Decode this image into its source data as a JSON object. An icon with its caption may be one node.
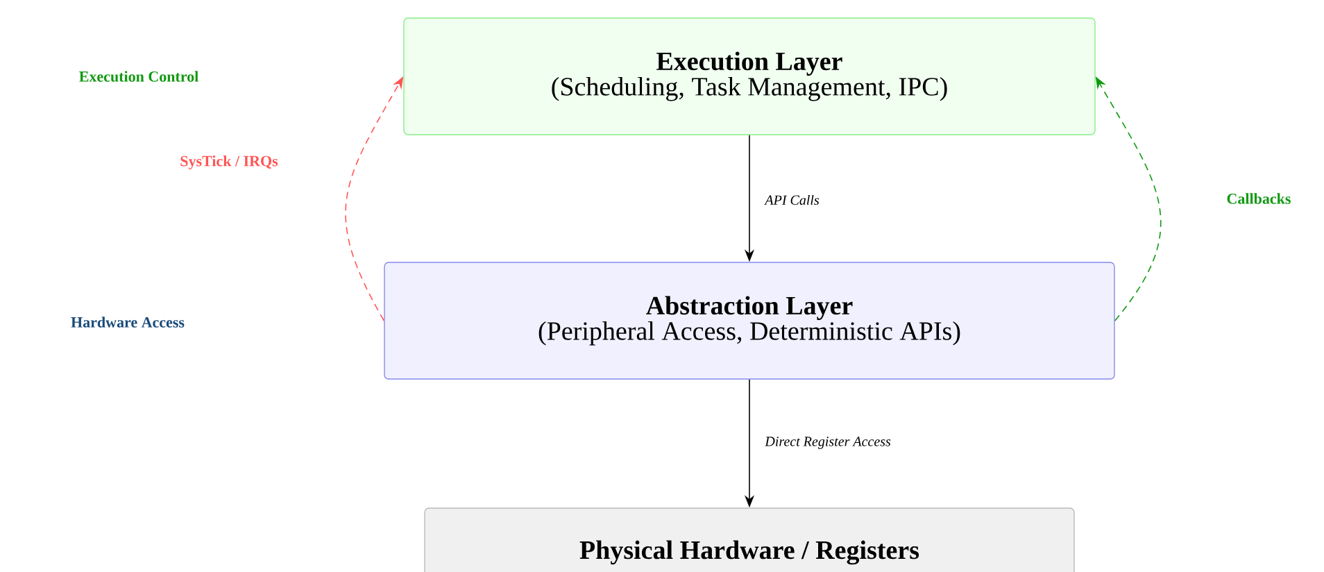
{
  "diagram": {
    "nodes": [
      {
        "text": [
          "Execution Layer",
          "(Scheduling, Task Management, IPC)"
        ]
      },
      {
        "text": [
          "Abstraction Layer",
          "(Peripheral Access, Deterministic APIs)"
        ]
      },
      {
        "text": [
          "Physical Hardware / Registers"
        ]
      }
    ],
    "edges": [
      {
        "from": 0,
        "to": 1,
        "arrow": "to",
        "label": "API Calls"
      },
      {
        "from": 1,
        "to": 2,
        "arrow": "to",
        "label": "Direct Register Access"
      },
      {
        "from": 1,
        "to": 0,
        "arrow": "to",
        "label": "SysTick / IRQs",
        "style": "dashed",
        "color": "#ff5555"
      },
      {
        "from": 1,
        "to": 0,
        "arrow": "to",
        "label": "Callbacks",
        "style": "dashed",
        "color": "#119911"
      }
    ],
    "labels": [
      "Execution Control",
      "Hardware Access"
    ]
  }
}
